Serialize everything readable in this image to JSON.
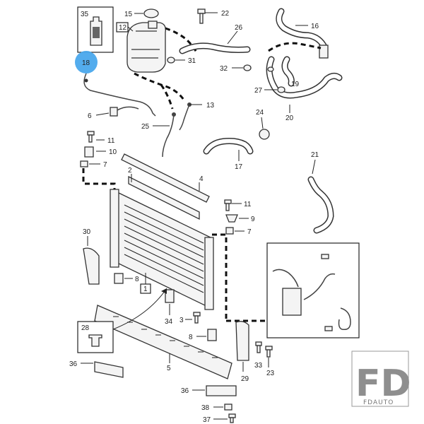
{
  "callouts": {
    "c1": "1",
    "c2": "2",
    "c3": "3",
    "c4": "4",
    "c5": "5",
    "c6": "6",
    "c7a": "7",
    "c7b": "7",
    "c8a": "8",
    "c8b": "8",
    "c9": "9",
    "c10": "10",
    "c11a": "11",
    "c11b": "11",
    "c12": "12",
    "c13": "13",
    "c15": "15",
    "c16": "16",
    "c17": "17",
    "c18": "18",
    "c19": "19",
    "c20": "20",
    "c21": "21",
    "c22": "22",
    "c23": "23",
    "c24": "24",
    "c25": "25",
    "c26": "26",
    "c27": "27",
    "c28": "28",
    "c29": "29",
    "c30": "30",
    "c31": "31",
    "c32": "32",
    "c33": "33",
    "c34": "34",
    "c35": "35",
    "c36a": "36",
    "c36b": "36",
    "c37": "37",
    "c38": "38"
  },
  "watermark": {
    "logo": "FD",
    "brand": "FDAUTO"
  },
  "colors": {
    "highlight": "#4aa8ec",
    "line": "#222222",
    "watermark": "#8e8e8e"
  }
}
